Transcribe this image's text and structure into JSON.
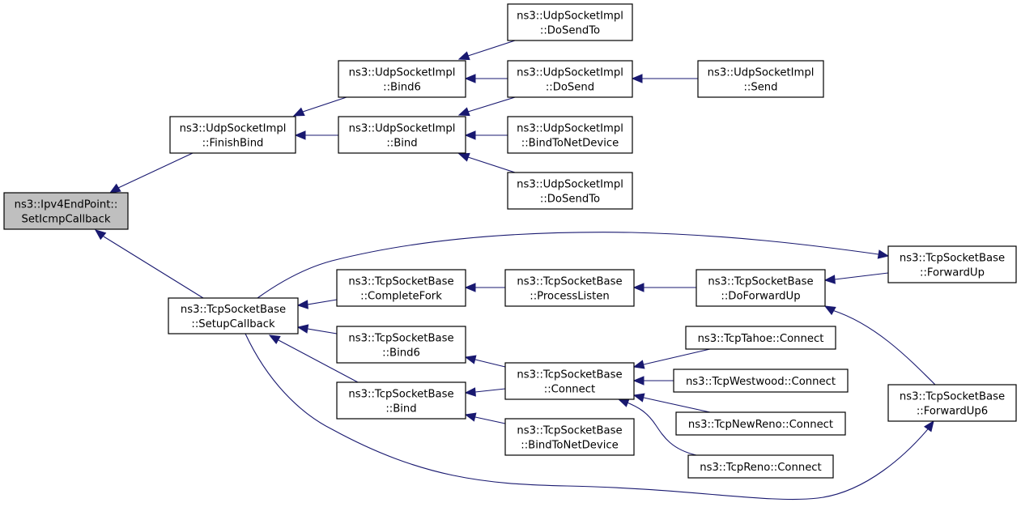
{
  "title": "ns3::Ipv4EndPoint::SetIcmpCallback caller graph",
  "colors": {
    "edge": "#191970",
    "root_fill": "#bfbfbf",
    "node_fill": "#ffffff",
    "border": "#000000"
  },
  "nodes": [
    {
      "id": "root",
      "lines": [
        "ns3::Ipv4EndPoint::",
        "SetIcmpCallback"
      ],
      "root": true
    },
    {
      "id": "udp_finishbind",
      "lines": [
        "ns3::UdpSocketImpl",
        "::FinishBind"
      ]
    },
    {
      "id": "tcp_setupcallback",
      "lines": [
        "ns3::TcpSocketBase",
        "::SetupCallback"
      ]
    },
    {
      "id": "udp_bind6",
      "lines": [
        "ns3::UdpSocketImpl",
        "::Bind6"
      ]
    },
    {
      "id": "udp_bind",
      "lines": [
        "ns3::UdpSocketImpl",
        "::Bind"
      ]
    },
    {
      "id": "udp_dosendto_1",
      "lines": [
        "ns3::UdpSocketImpl",
        "::DoSendTo"
      ]
    },
    {
      "id": "udp_dosend",
      "lines": [
        "ns3::UdpSocketImpl",
        "::DoSend"
      ]
    },
    {
      "id": "udp_bindtonetdevice",
      "lines": [
        "ns3::UdpSocketImpl",
        "::BindToNetDevice"
      ]
    },
    {
      "id": "udp_dosendto_2",
      "lines": [
        "ns3::UdpSocketImpl",
        "::DoSendTo"
      ]
    },
    {
      "id": "udp_send",
      "lines": [
        "ns3::UdpSocketImpl",
        "::Send"
      ]
    },
    {
      "id": "tcp_completefork",
      "lines": [
        "ns3::TcpSocketBase",
        "::CompleteFork"
      ]
    },
    {
      "id": "tcp_bind6",
      "lines": [
        "ns3::TcpSocketBase",
        "::Bind6"
      ]
    },
    {
      "id": "tcp_bind",
      "lines": [
        "ns3::TcpSocketBase",
        "::Bind"
      ]
    },
    {
      "id": "tcp_processlisten",
      "lines": [
        "ns3::TcpSocketBase",
        "::ProcessListen"
      ]
    },
    {
      "id": "tcp_connect",
      "lines": [
        "ns3::TcpSocketBase",
        "::Connect"
      ]
    },
    {
      "id": "tcp_bindtonetdevice",
      "lines": [
        "ns3::TcpSocketBase",
        "::BindToNetDevice"
      ]
    },
    {
      "id": "tcp_doforwardup",
      "lines": [
        "ns3::TcpSocketBase",
        "::DoForwardUp"
      ]
    },
    {
      "id": "tahoe_connect",
      "lines": [
        "ns3::TcpTahoe::Connect"
      ]
    },
    {
      "id": "westwood_connect",
      "lines": [
        "ns3::TcpWestwood::Connect"
      ]
    },
    {
      "id": "newreno_connect",
      "lines": [
        "ns3::TcpNewReno::Connect"
      ]
    },
    {
      "id": "reno_connect",
      "lines": [
        "ns3::TcpReno::Connect"
      ]
    },
    {
      "id": "tcp_forwardup",
      "lines": [
        "ns3::TcpSocketBase",
        "::ForwardUp"
      ]
    },
    {
      "id": "tcp_forwardup6",
      "lines": [
        "ns3::TcpSocketBase",
        "::ForwardUp6"
      ]
    }
  ],
  "edges": [
    {
      "from": "udp_finishbind",
      "to": "root"
    },
    {
      "from": "tcp_setupcallback",
      "to": "root"
    },
    {
      "from": "udp_bind6",
      "to": "udp_finishbind"
    },
    {
      "from": "udp_bind",
      "to": "udp_finishbind"
    },
    {
      "from": "udp_dosendto_1",
      "to": "udp_bind6"
    },
    {
      "from": "udp_dosend",
      "to": "udp_bind6"
    },
    {
      "from": "udp_dosend",
      "to": "udp_bind"
    },
    {
      "from": "udp_bindtonetdevice",
      "to": "udp_bind"
    },
    {
      "from": "udp_dosendto_2",
      "to": "udp_bind"
    },
    {
      "from": "udp_send",
      "to": "udp_dosend"
    },
    {
      "from": "tcp_completefork",
      "to": "tcp_setupcallback"
    },
    {
      "from": "tcp_bind6",
      "to": "tcp_setupcallback"
    },
    {
      "from": "tcp_bind",
      "to": "tcp_setupcallback"
    },
    {
      "from": "tcp_setupcallback",
      "to": "tcp_forwardup"
    },
    {
      "from": "tcp_setupcallback",
      "to": "tcp_forwardup6"
    },
    {
      "from": "tcp_processlisten",
      "to": "tcp_completefork"
    },
    {
      "from": "tcp_doforwardup",
      "to": "tcp_processlisten"
    },
    {
      "from": "tcp_forwardup",
      "to": "tcp_doforwardup"
    },
    {
      "from": "tcp_forwardup6",
      "to": "tcp_doforwardup"
    },
    {
      "from": "tcp_connect",
      "to": "tcp_bind6"
    },
    {
      "from": "tcp_connect",
      "to": "tcp_bind"
    },
    {
      "from": "tcp_bindtonetdevice",
      "to": "tcp_bind"
    },
    {
      "from": "tahoe_connect",
      "to": "tcp_connect"
    },
    {
      "from": "westwood_connect",
      "to": "tcp_connect"
    },
    {
      "from": "newreno_connect",
      "to": "tcp_connect"
    },
    {
      "from": "reno_connect",
      "to": "tcp_connect"
    }
  ]
}
